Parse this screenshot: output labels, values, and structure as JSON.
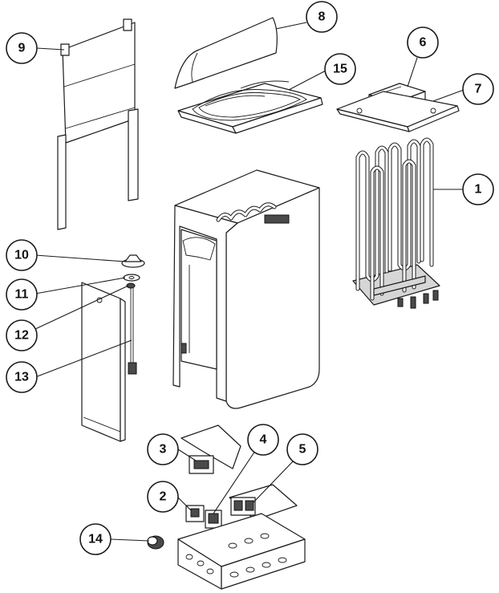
{
  "callouts": [
    {
      "id": "1",
      "label": "1"
    },
    {
      "id": "2",
      "label": "2"
    },
    {
      "id": "3",
      "label": "3"
    },
    {
      "id": "4",
      "label": "4"
    },
    {
      "id": "5",
      "label": "5"
    },
    {
      "id": "6",
      "label": "6"
    },
    {
      "id": "7",
      "label": "7"
    },
    {
      "id": "8",
      "label": "8"
    },
    {
      "id": "9",
      "label": "9"
    },
    {
      "id": "10",
      "label": "10"
    },
    {
      "id": "11",
      "label": "11"
    },
    {
      "id": "12",
      "label": "12"
    },
    {
      "id": "13",
      "label": "13"
    },
    {
      "id": "14",
      "label": "14"
    },
    {
      "id": "15",
      "label": "15"
    }
  ],
  "colors": {
    "line": "#1a1a1a",
    "background": "#ffffff",
    "shade": "#d6d6d6"
  }
}
